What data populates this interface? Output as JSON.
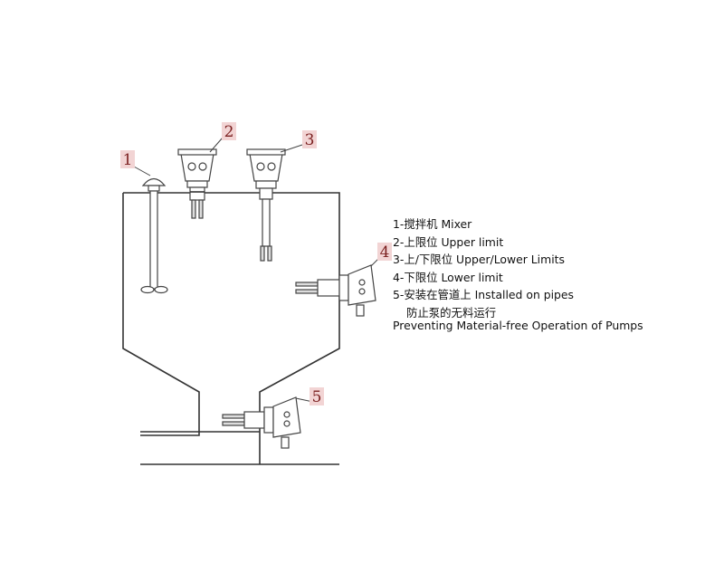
{
  "callouts": [
    "1",
    "2",
    "3",
    "4",
    "5"
  ],
  "legend": {
    "item1": "1-搅拌机 Mixer",
    "item2": "2-上限位 Upper limit",
    "item3": "3-上/下限位 Upper/Lower Limits",
    "item4": "4-下限位 Lower limit",
    "item5": "5-安装在管道上 Installed on pipes",
    "note_cn": "防止泵的无料运行",
    "note_en": "Preventing Material-free Operation of Pumps"
  },
  "colors": {
    "callout_text": "#7a1f1f",
    "callout_bg": "#f2d4d4",
    "line": "#333333"
  }
}
